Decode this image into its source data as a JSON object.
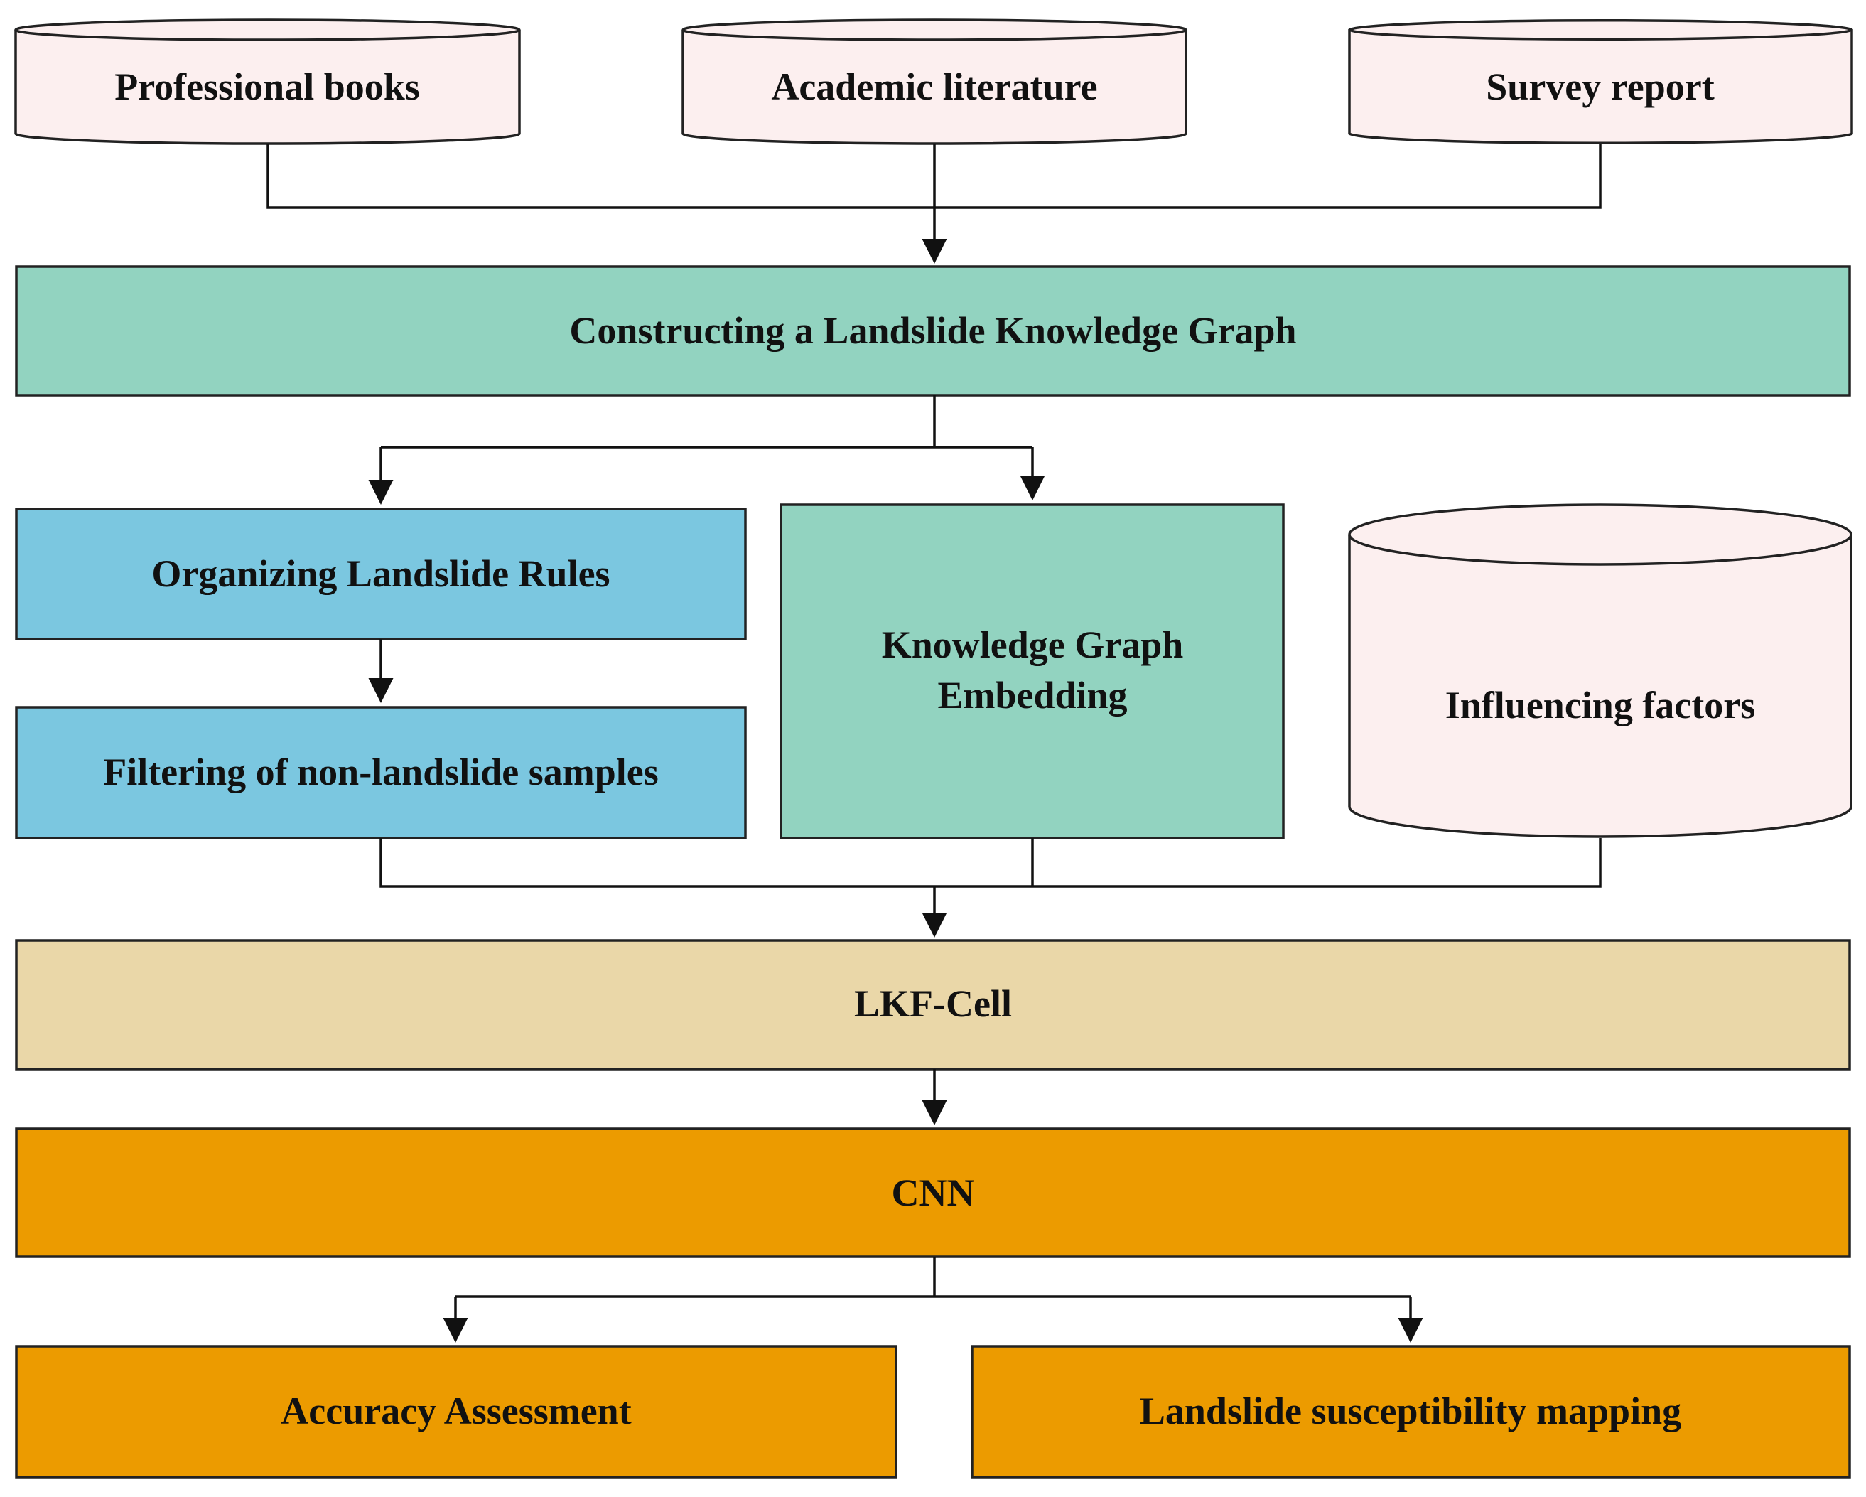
{
  "colors": {
    "source_fill": "#fcefef",
    "green_fill": "#92d3c0",
    "blue_fill": "#7bc7e0",
    "tan_fill": "#ead7a8",
    "orange_fill": "#ec9b00",
    "line": "#111111"
  },
  "sources": {
    "books": "Professional books",
    "literature": "Academic literature",
    "survey": "Survey report"
  },
  "steps": {
    "construct_kg": "Constructing a Landslide Knowledge Graph",
    "organize_rules": "Organizing Landslide Rules",
    "filter_samples": "Filtering of non-landslide samples",
    "kg_embedding_line1": "Knowledge Graph",
    "kg_embedding_line2": "Embedding",
    "influencing_factors": "Influencing factors",
    "lkf_cell": "LKF-Cell",
    "cnn": "CNN",
    "accuracy": "Accuracy Assessment",
    "mapping": "Landslide susceptibility mapping"
  }
}
